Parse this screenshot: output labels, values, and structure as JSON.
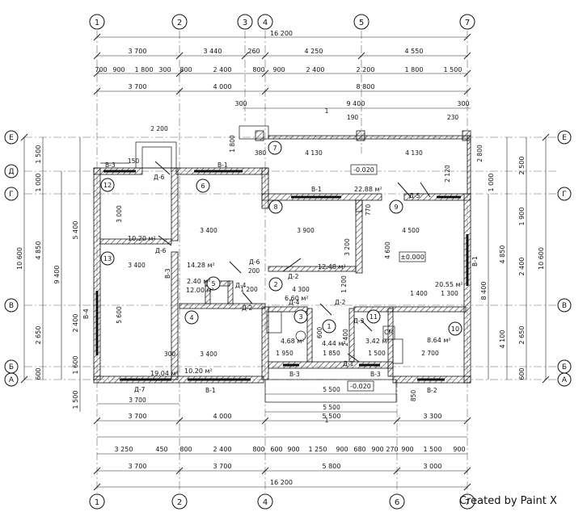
{
  "watermark": "Created by Paint X",
  "axes": {
    "top": [
      "1",
      "2",
      "3",
      "4",
      "5",
      "7"
    ],
    "bottom": [
      "1",
      "2",
      "4",
      "6",
      "7"
    ],
    "left": [
      "Е",
      "Д",
      "Г",
      "В",
      "Б",
      "А"
    ],
    "right": [
      "Е",
      "Г",
      "В",
      "Б",
      "А"
    ]
  },
  "dims_top": {
    "overall": "16 200",
    "row1": [
      "3 700",
      "3 440",
      "260",
      "4 250",
      "4 550"
    ],
    "row2": [
      "700",
      "900",
      "1 800",
      "300",
      "800",
      "2 400",
      "800",
      "900",
      "2 400",
      "2 200",
      "1 800",
      "1 500"
    ],
    "row3": [
      "3 700",
      "4 000",
      "8 800"
    ],
    "row4": [
      "300",
      "9 400",
      "300"
    ]
  },
  "dims_bottom": {
    "row1": [
      "3 700",
      "4 000",
      "5 500",
      "3 300"
    ],
    "row2": [
      "3 250",
      "450",
      "800",
      "2 400",
      "800",
      "600",
      "900",
      "1 250",
      "900",
      "680",
      "900",
      "270",
      "900",
      "1 500",
      "900"
    ],
    "row3": [
      "3 700",
      "3 700",
      "5 800",
      "3 000"
    ],
    "overall": "16 200"
  },
  "dims_left": {
    "outer": "10 600",
    "mid": [
      "4 850",
      "2 650",
      "600"
    ],
    "inner": [
      "1 500",
      "1 000",
      "5 400",
      "2 400",
      "1 600",
      "1 500"
    ],
    "inner2": "9 400"
  },
  "dims_right": {
    "outer": "10 600",
    "mid": [
      "2 500",
      "1 900",
      "2 400",
      "2 650",
      "600"
    ],
    "inner": [
      "1 000",
      "4 850",
      "4 100"
    ],
    "inner2": "8 400"
  },
  "rooms": [
    {
      "num": "1",
      "area": "4.44 м²"
    },
    {
      "num": "2",
      "area": "6.60 м²"
    },
    {
      "num": "3",
      "area": "4.68 м²"
    },
    {
      "num": "4",
      "area": "10.20 м²"
    },
    {
      "num": "5",
      "area": "2.40 м²"
    },
    {
      "num": "6",
      "area": "14.28 м²"
    },
    {
      "num": "7",
      "area": ""
    },
    {
      "num": "8",
      "area": "12.48 м²"
    },
    {
      "num": "9",
      "area": "22.88 м²"
    },
    {
      "num": "10",
      "area": "8.64 м²"
    },
    {
      "num": "11",
      "area": "3.42 м²"
    },
    {
      "num": "12",
      "area": "10.20 м²"
    },
    {
      "num": "13",
      "area": "19.04 м²"
    }
  ],
  "extra_areas": [
    "20.55 м²",
    "12.00 м²"
  ],
  "levels": [
    "-0.020",
    "±0.000",
    "-0.020"
  ],
  "openings": [
    "В-1",
    "В-1",
    "В-1",
    "В-1",
    "В-2",
    "В-3",
    "В-3",
    "В-3",
    "В-3",
    "В-4",
    "Д-1",
    "Д-2",
    "Д-2",
    "Д-2",
    "Д-3",
    "Д-4",
    "Д-4",
    "Д-5",
    "Д-6",
    "Д-6",
    "Д-6",
    "Д-7"
  ],
  "interior_dims": [
    "2 200",
    "3 000",
    "3 400",
    "3 400",
    "5 600",
    "3 400",
    "3 900",
    "4 500",
    "4 600",
    "4 130",
    "4 130",
    "2 120",
    "3 200",
    "4 300",
    "1 200",
    "1 400",
    "1 300",
    "1 950",
    "1 850",
    "1 500",
    "2 700",
    "2 400",
    "1 200",
    "5 500",
    "5 500",
    "3 700",
    "200",
    "150",
    "380",
    "1 800",
    "770",
    "190",
    "230",
    "300",
    "600",
    "850",
    "2 800",
    "22.88"
  ],
  "marks": [
    "СМ",
    "1",
    "1"
  ]
}
